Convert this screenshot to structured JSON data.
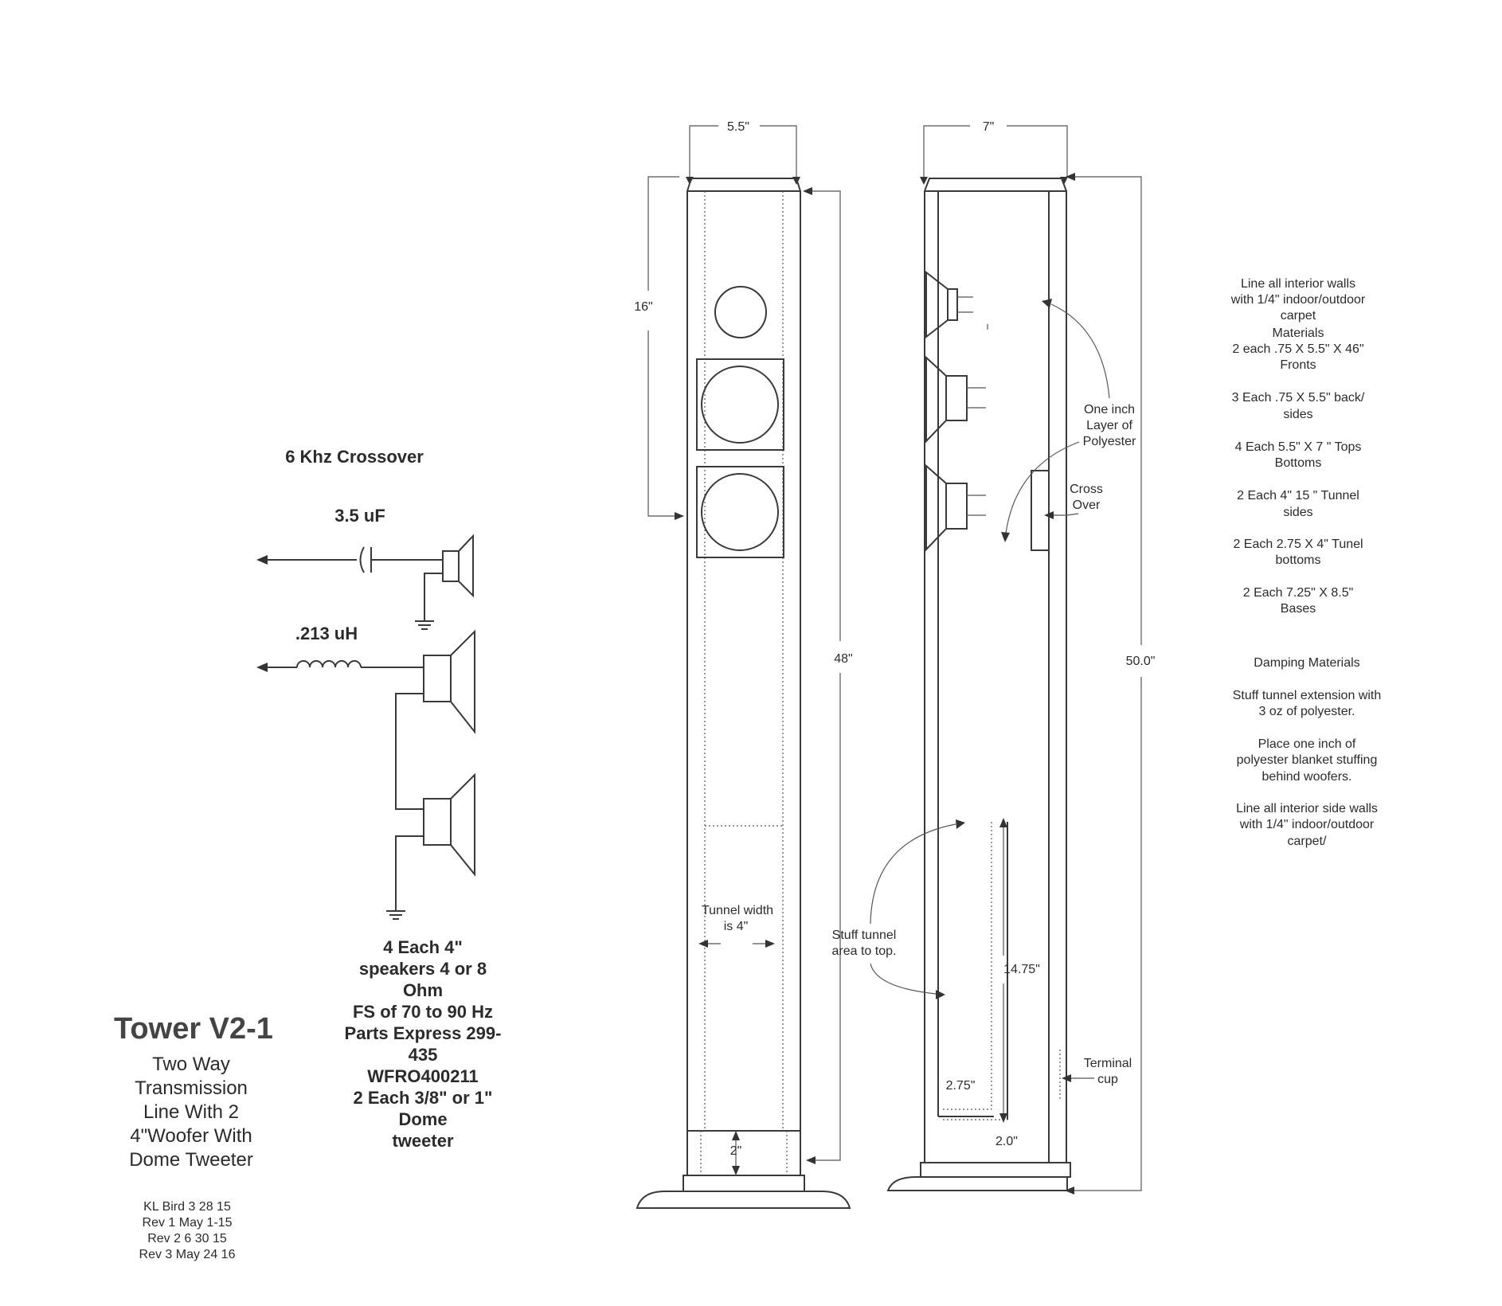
{
  "title": "Tower V2-1",
  "subtitle_lines": [
    "Two Way",
    "Transmission",
    "Line With 2",
    "4\"Woofer With",
    "Dome Tweeter"
  ],
  "revisions": [
    "KL Bird 3 28 15",
    "Rev 1  May 1-15",
    "Rev 2 6 30 15",
    "Rev 3 May 24 16"
  ],
  "crossover": {
    "title": "6 Khz Crossover",
    "capacitor": "3.5 uF",
    "inductor": ".213 uH"
  },
  "speaker_spec_lines": [
    "4 Each 4\"",
    "speakers 4 or 8",
    "Ohm",
    "FS of 70 to 90 Hz",
    "Parts Express 299-",
    "435",
    "WFRO400211",
    "2 Each 3/8\" or 1\"",
    "Dome",
    "tweeter"
  ],
  "front_view": {
    "width": "5.5\"",
    "driver_offset": "16\"",
    "height": "48\"",
    "tunnel_lines": [
      "Tunnel width",
      "is 4\""
    ],
    "base_gap": "2\""
  },
  "side_view": {
    "depth": "7\"",
    "height": "50.0\"",
    "polyester_lines": [
      "One inch",
      "Layer of",
      "Polyester"
    ],
    "crossover_lines": [
      "Cross",
      "Over"
    ],
    "stuff_lines": [
      "Stuff  tunnel",
      "area to top."
    ],
    "tunnel_height": "14.75\"",
    "tunnel_depth": "2.75\"",
    "bottom_gap": "2.0\"",
    "terminal_lines": [
      "Terminal",
      "cup"
    ]
  },
  "notes": {
    "materials_intro": [
      "Line all interior walls",
      "with 1/4\" indoor/outdoor",
      "carpet",
      "Materials"
    ],
    "materials": [
      [
        "2 each .75 X 5.5\" X 46\"",
        "Fronts"
      ],
      [
        "3 Each .75 X 5.5\" back/",
        "sides"
      ],
      [
        "4 Each 5.5\" X 7 \" Tops",
        "Bottoms"
      ],
      [
        "2 Each 4\" 15 \" Tunnel",
        "sides"
      ],
      [
        "2 Each 2.75 X 4\" Tunel",
        "bottoms"
      ],
      [
        "2 Each 7.25\" X 8.5\"",
        "Bases"
      ]
    ],
    "damping_title": "Damping Materials",
    "damping": [
      [
        "Stuff tunnel extension with",
        "3 oz of polyester."
      ],
      [
        "Place one inch of",
        "polyester blanket stuffing",
        "behind woofers."
      ],
      [
        "Line all interior side walls",
        "with 1/4\" indoor/outdoor",
        "carpet/"
      ]
    ]
  }
}
